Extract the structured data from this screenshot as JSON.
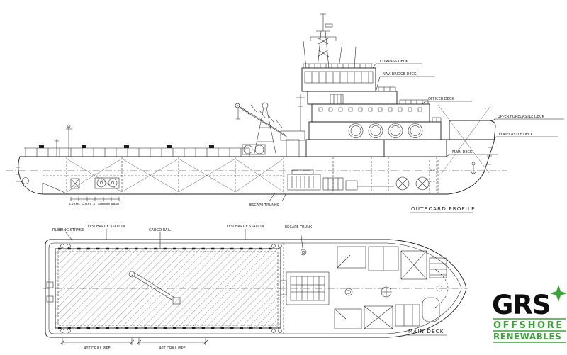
{
  "colors": {
    "paper": "#ffffff",
    "ink": "#1d1d1d",
    "green": "#3aa33a"
  },
  "profile": {
    "caption": "OUTBOARD PROFILE",
    "frame_note": "FRAME SPACE AT 600MM APART",
    "escape_label": "ESCAPE TRUNKS",
    "decks": {
      "compass": "COMPASS DECK",
      "nav_bridge": "NAV. BRIDGE DECK",
      "officer": "OFFICER DECK",
      "upper_forecastle": "UPPER FORECASTLE DECK",
      "forecastle": "FORECASTLE DECK",
      "main": "MAIN DECK"
    }
  },
  "plan": {
    "caption": "MAIN DECK",
    "labels": {
      "rubbing_strake": "RUBBING STRAKE",
      "discharge_1": "DISCHARGE STATION",
      "cargo_rail": "CARGO RAIL",
      "discharge_2": "DISCHARGE STATION",
      "escape_trunk": "ESCAPE TRUNK",
      "drill_pipe_1": "40T DRILL PIPE",
      "drill_pipe_2": "40T DRILL PIPE"
    }
  },
  "logo": {
    "brand": "GRS",
    "line1": "OFFSHORE",
    "line2": "RENEWABLES"
  }
}
